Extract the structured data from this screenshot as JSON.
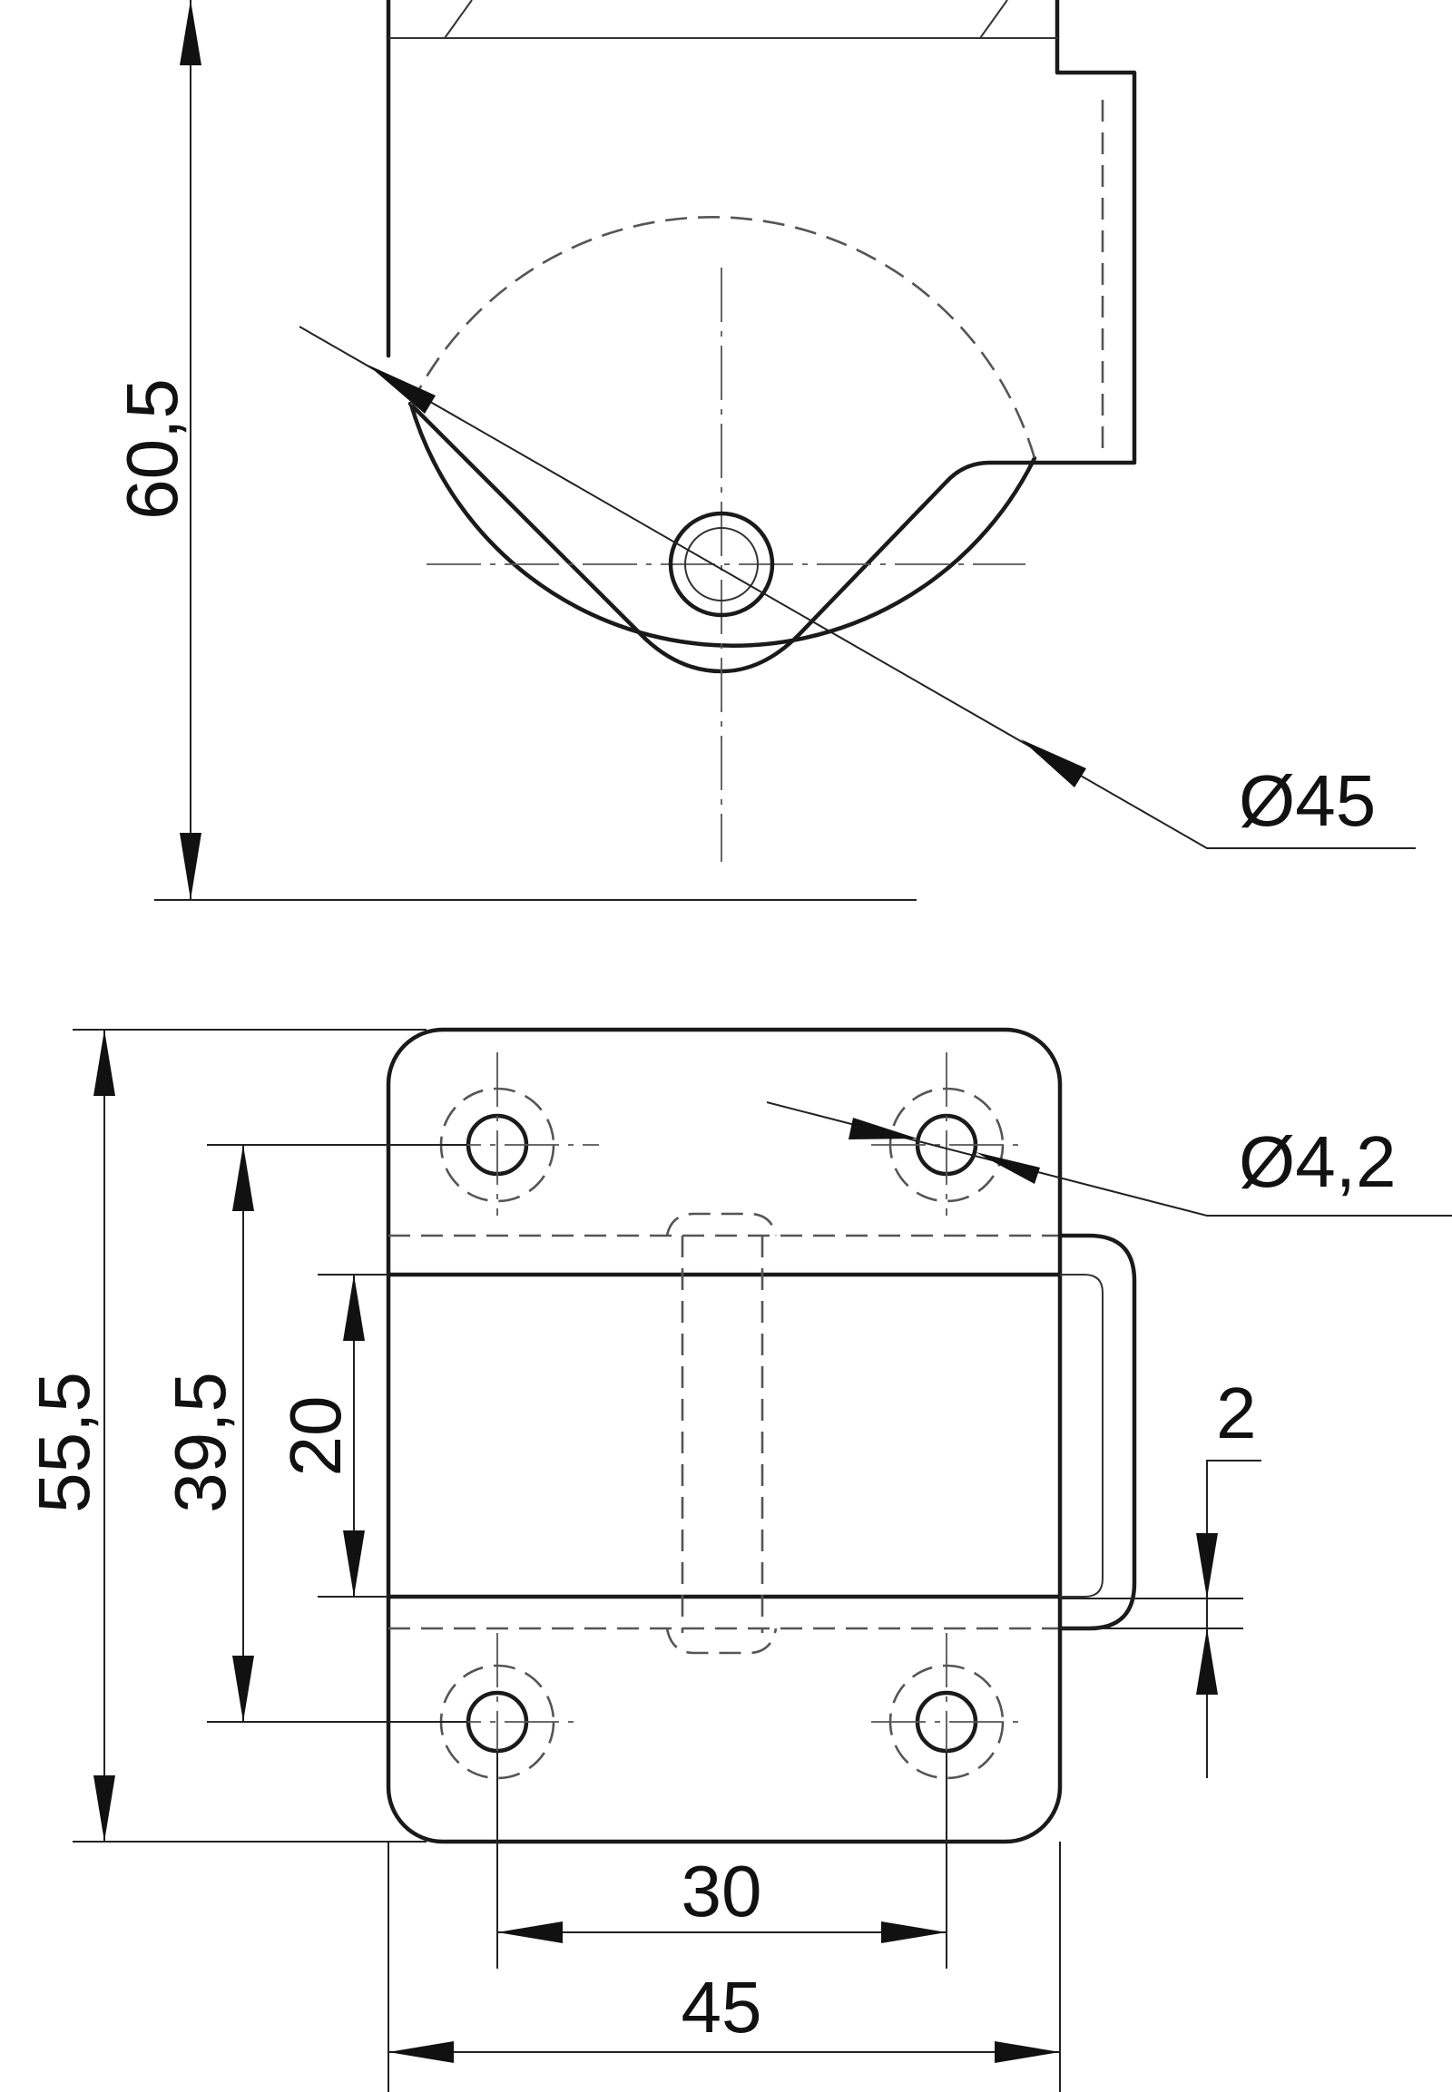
{
  "side_view": {
    "height_label": "60,5",
    "wheel_diameter_label": "Ø45"
  },
  "top_view": {
    "overall_depth_label": "55,5",
    "hole_spacing_depth_label": "39,5",
    "wheel_width_label": "20",
    "plate_thickness_label": "2",
    "hole_diameter_label": "Ø4,2",
    "hole_spacing_width_label": "30",
    "overall_width_label": "45"
  },
  "colors": {
    "line": "#1a1a1a",
    "background": "#ffffff"
  }
}
